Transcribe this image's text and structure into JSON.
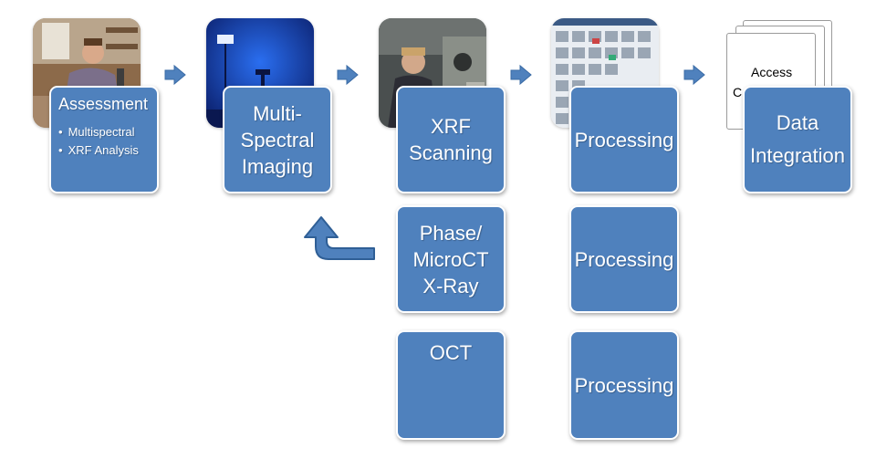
{
  "colors": {
    "box_fill": "#4f81bd",
    "box_border": "#ffffff",
    "arrow": "#4f81bd",
    "arrow_stroke": "#2f5f96"
  },
  "steps": {
    "assessment": {
      "title": "Assessment",
      "bullets": [
        "Multispectral",
        "XRF Analysis"
      ]
    },
    "multispectral": {
      "label": "Multi-\nSpectral\nImaging"
    },
    "xrf": {
      "label": "XRF\nScanning"
    },
    "processing_1": {
      "label": "Processing"
    },
    "data_integration": {
      "label": "Data\nIntegration"
    },
    "phase_xray": {
      "label": "Phase/\nMicroCT\nX-Ray"
    },
    "processing_2": {
      "label": "Processing"
    },
    "oct": {
      "label": "OCT"
    },
    "processing_3": {
      "label": "Processing"
    }
  },
  "photos": {
    "lab_photo": "scientist-at-microscope",
    "imaging_photo": "blue-lit-imaging-studio",
    "xrf_photo": "scientist-with-xrf-equipment",
    "software_photo": "image-processing-software-screenshot",
    "documents": {
      "icon": "stacked-documents",
      "text": "Access",
      "text_fragment": "C"
    }
  },
  "connectors": [
    "flow-arrow",
    "flow-arrow",
    "flow-arrow",
    "flow-arrow",
    "return-arrow"
  ]
}
